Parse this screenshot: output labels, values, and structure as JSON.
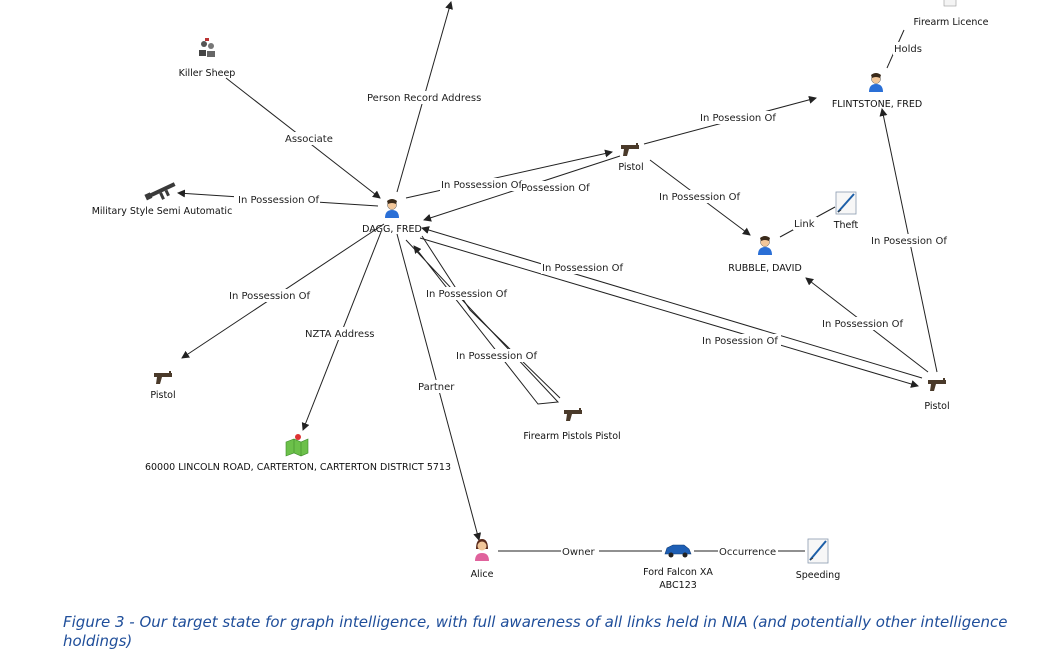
{
  "nodes": {
    "killer_sheep": "Killer Sheep",
    "military": "Military Style Semi Automatic",
    "dagg": "DAGG, FRED",
    "pistol_left": "Pistol",
    "address": "60000 LINCOLN ROAD, CARTERTON, CARTERTON DISTRICT 5713",
    "firearm_pistols": "Firearm Pistols Pistol",
    "pistol_top": "Pistol",
    "flintstone": "FLINTSTONE, FRED",
    "firearm_licence": "Firearm Licence",
    "theft": "Theft",
    "rubble": "RUBBLE, DAVID",
    "pistol_right": "Pistol",
    "alice": "Alice",
    "ford_line1": "Ford Falcon XA",
    "ford_line2": "ABC123",
    "speeding": "Speeding"
  },
  "edges": {
    "person_record_address": "Person Record Address",
    "associate": "Associate",
    "in_possession_military": "In Possession Of",
    "in_possession_pistol_top_a": "In Possession Of",
    "in_possession_pistol_top_b": "Possession Of",
    "in_posession_flintstone": "In Posession Of",
    "holds": "Holds",
    "in_possession_rubble": "In Possession Of",
    "link": "Link",
    "in_posession_right_up": "In Posession Of",
    "in_possession_long": "In Possession Of",
    "in_possession_dagg_pistol_right": "In Posession Of",
    "in_possession_rubble_from_pistol": "In Possession Of",
    "in_possession_pistol_left": "In Possession Of",
    "nzta_address": "NZTA Address",
    "in_possession_firearm_a": "In Possession Of",
    "in_possession_firearm_b": "In Possession Of",
    "partner": "Partner",
    "owner": "Owner",
    "occurrence": "Occurrence"
  },
  "caption": "Figure 3 - Our target state for graph intelligence, with full awareness of all links held in NIA (and potentially other intelligence holdings)",
  "colors": {
    "caption": "#1f4e9a",
    "person_icon": "#2a6fd6",
    "alice_icon": "#e0629c",
    "pistol": "#4a3a2a",
    "map": "#4caf50",
    "car": "#1e5fb5"
  },
  "icons": [
    "group-icon",
    "rifle-icon",
    "person-icon",
    "pistol-icon",
    "map-icon",
    "document-icon",
    "note-icon",
    "female-person-icon",
    "car-icon"
  ]
}
